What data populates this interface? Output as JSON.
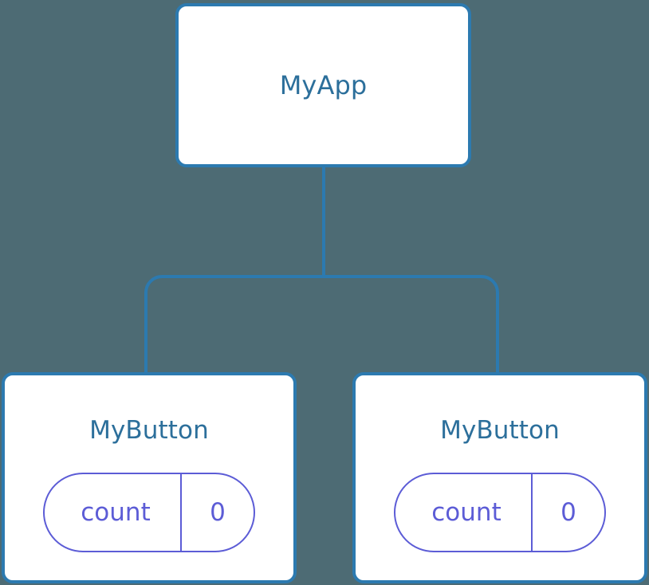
{
  "diagram": {
    "type": "component-tree",
    "background_color": "#4d6b74",
    "node_fill": "#ffffff",
    "node_border_color": "#2c7ab0",
    "title_color": "#2c6f9b",
    "prop_color": "#5c5cd6",
    "edge_color": "#2c7ab0",
    "root": {
      "label": "MyApp"
    },
    "children": [
      {
        "label": "MyButton",
        "prop": {
          "key": "count",
          "value": "0"
        }
      },
      {
        "label": "MyButton",
        "prop": {
          "key": "count",
          "value": "0"
        }
      }
    ]
  }
}
